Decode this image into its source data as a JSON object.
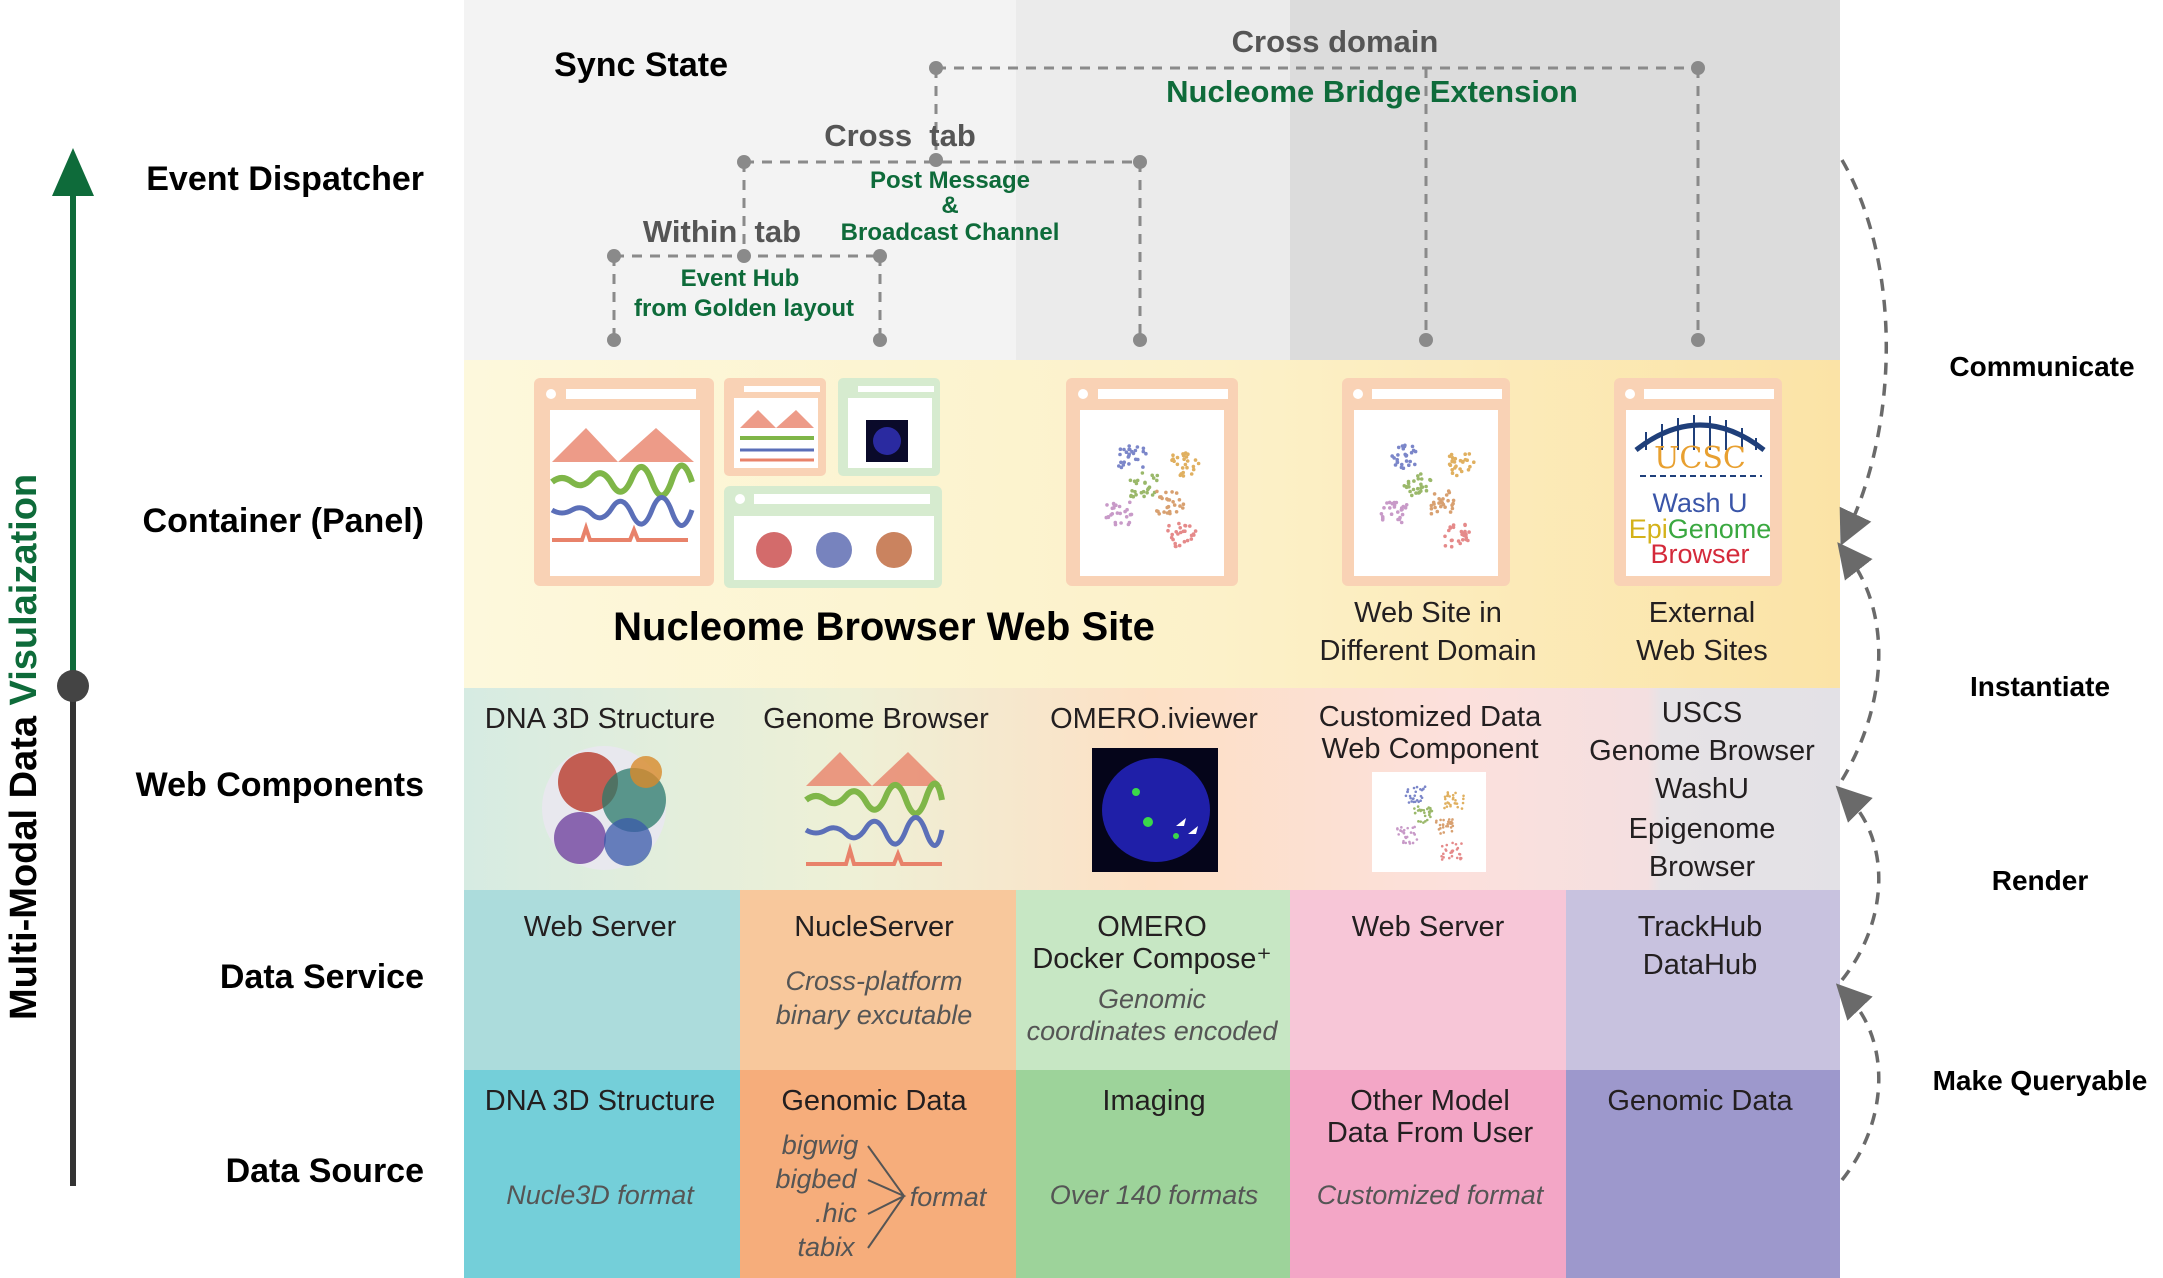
{
  "axis": {
    "title_part1": "Multi-Modal Data ",
    "title_part2": "Visulaization",
    "title_part2_color": "#0e6b3a"
  },
  "layers": {
    "sync_state": "Sync State",
    "event_dispatcher": "Event Dispatcher",
    "container": "Container (Panel)",
    "web_components": "Web Components",
    "data_service": "Data Service",
    "data_source": "Data Source"
  },
  "processes": {
    "communicate": "Communicate",
    "instantiate": "Instantiate",
    "render": "Render",
    "make_queryable": "Make Queryable"
  },
  "sync": {
    "cross_domain": "Cross domain",
    "bridge_extension": "Nucleome Bridge Extension",
    "cross_tab": "Cross  tab",
    "post_message": "Post Message",
    "ampersand": "&",
    "broadcast_channel": "Broadcast Channel",
    "within_tab": "Within  tab",
    "event_hub": "Event Hub",
    "from_golden_layout": "from Golden layout"
  },
  "containers": {
    "nucleome_site": "Nucleome Browser Web Site",
    "diff_domain_line1": "Web Site in",
    "diff_domain_line2": "Different Domain",
    "external_line1": "External",
    "external_line2": "Web Sites",
    "ucsc_logo": "UCSC",
    "washu_line1": "Wash U",
    "washu_epi": "Epi",
    "washu_genome": "Genome",
    "washu_browser": "Browser"
  },
  "web_components": [
    {
      "lines": [
        "DNA 3D Structure"
      ]
    },
    {
      "lines": [
        "Genome Browser"
      ]
    },
    {
      "lines": [
        "OMERO.iviewer"
      ]
    },
    {
      "lines": [
        "Customized Data",
        "Web Component"
      ]
    },
    {
      "lines": [
        "USCS",
        "Genome Browser",
        "WashU",
        "Epigenome",
        "Browser"
      ]
    }
  ],
  "data_services": [
    {
      "title": [
        "Web Server"
      ],
      "sub": []
    },
    {
      "title": [
        "NucleServer"
      ],
      "sub": [
        "Cross-platform",
        "binary excutable"
      ]
    },
    {
      "title": [
        "OMERO",
        "Docker Compose⁺"
      ],
      "sub": [
        "Genomic",
        "coordinates encoded"
      ]
    },
    {
      "title": [
        "Web Server"
      ],
      "sub": []
    },
    {
      "title": [
        "TrackHub",
        "DataHub"
      ],
      "sub": []
    }
  ],
  "data_sources": [
    {
      "title": [
        "DNA 3D Structure"
      ],
      "sub": "Nucle3D format"
    },
    {
      "title": [
        "Genomic Data"
      ],
      "formats": [
        "bigwig",
        "bigbed",
        ".hic",
        "tabix"
      ],
      "format_word": "format"
    },
    {
      "title": [
        "Imaging"
      ],
      "sub": "Over 140 formats"
    },
    {
      "title": [
        "Other Model",
        "Data From User"
      ],
      "sub": "Customized format"
    },
    {
      "title": [
        "Genomic Data"
      ],
      "sub": ""
    }
  ],
  "colors": {
    "sync_bg": [
      "#f3f3f3",
      "#ebebeb",
      "#dedede",
      "#dadada"
    ],
    "container_bg_left": "#fdf8dc",
    "container_bg_right": "#fbe3a6",
    "webcomp_bg": [
      "#d7ebe3",
      "#eef0d6",
      "#fde0c4",
      "#fbe2de",
      "#e8e3e6"
    ],
    "service_bg": [
      "#acdcdc",
      "#f8c89c",
      "#c7e7c4",
      "#f7c6d7",
      "#c8c2df"
    ],
    "source_bg": [
      "#74cfd9",
      "#f6ad7b",
      "#9dd39a",
      "#f3a6c6",
      "#9d98cc"
    ],
    "green": "#0e6b3a",
    "panel_border": "#f7cfb0"
  }
}
